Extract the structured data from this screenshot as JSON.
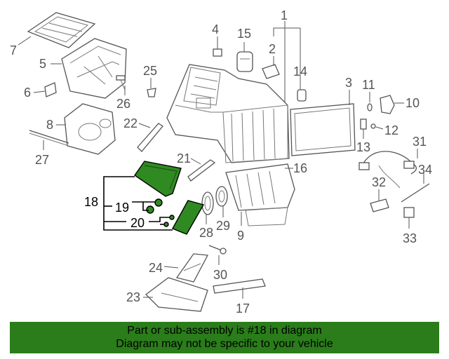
{
  "colors": {
    "highlight": "#2f8a22",
    "banner_bg": "#2a7d1a",
    "line": "#555555",
    "label_text": "#555555",
    "banner_text": "#000000"
  },
  "part_labels": {
    "p1": "1",
    "p2": "2",
    "p3": "3",
    "p4": "4",
    "p5": "5",
    "p6": "6",
    "p7": "7",
    "p8": "8",
    "p9": "9",
    "p10": "10",
    "p11": "11",
    "p12": "12",
    "p13": "13",
    "p14": "14",
    "p15": "15",
    "p16": "16",
    "p17": "17",
    "p18": "18",
    "p19": "19",
    "p20": "20",
    "p21": "21",
    "p22": "22",
    "p23": "23",
    "p24": "24",
    "p25": "25",
    "p26": "26",
    "p27": "27",
    "p28": "28",
    "p29": "29",
    "p30": "30",
    "p31": "31",
    "p32": "32",
    "p33": "33",
    "p34": "34"
  },
  "highlighted_part": "18",
  "banner": {
    "line1": "Part or sub-assembly is #18 in diagram",
    "line2": "Diagram may not be specific to your vehicle"
  }
}
